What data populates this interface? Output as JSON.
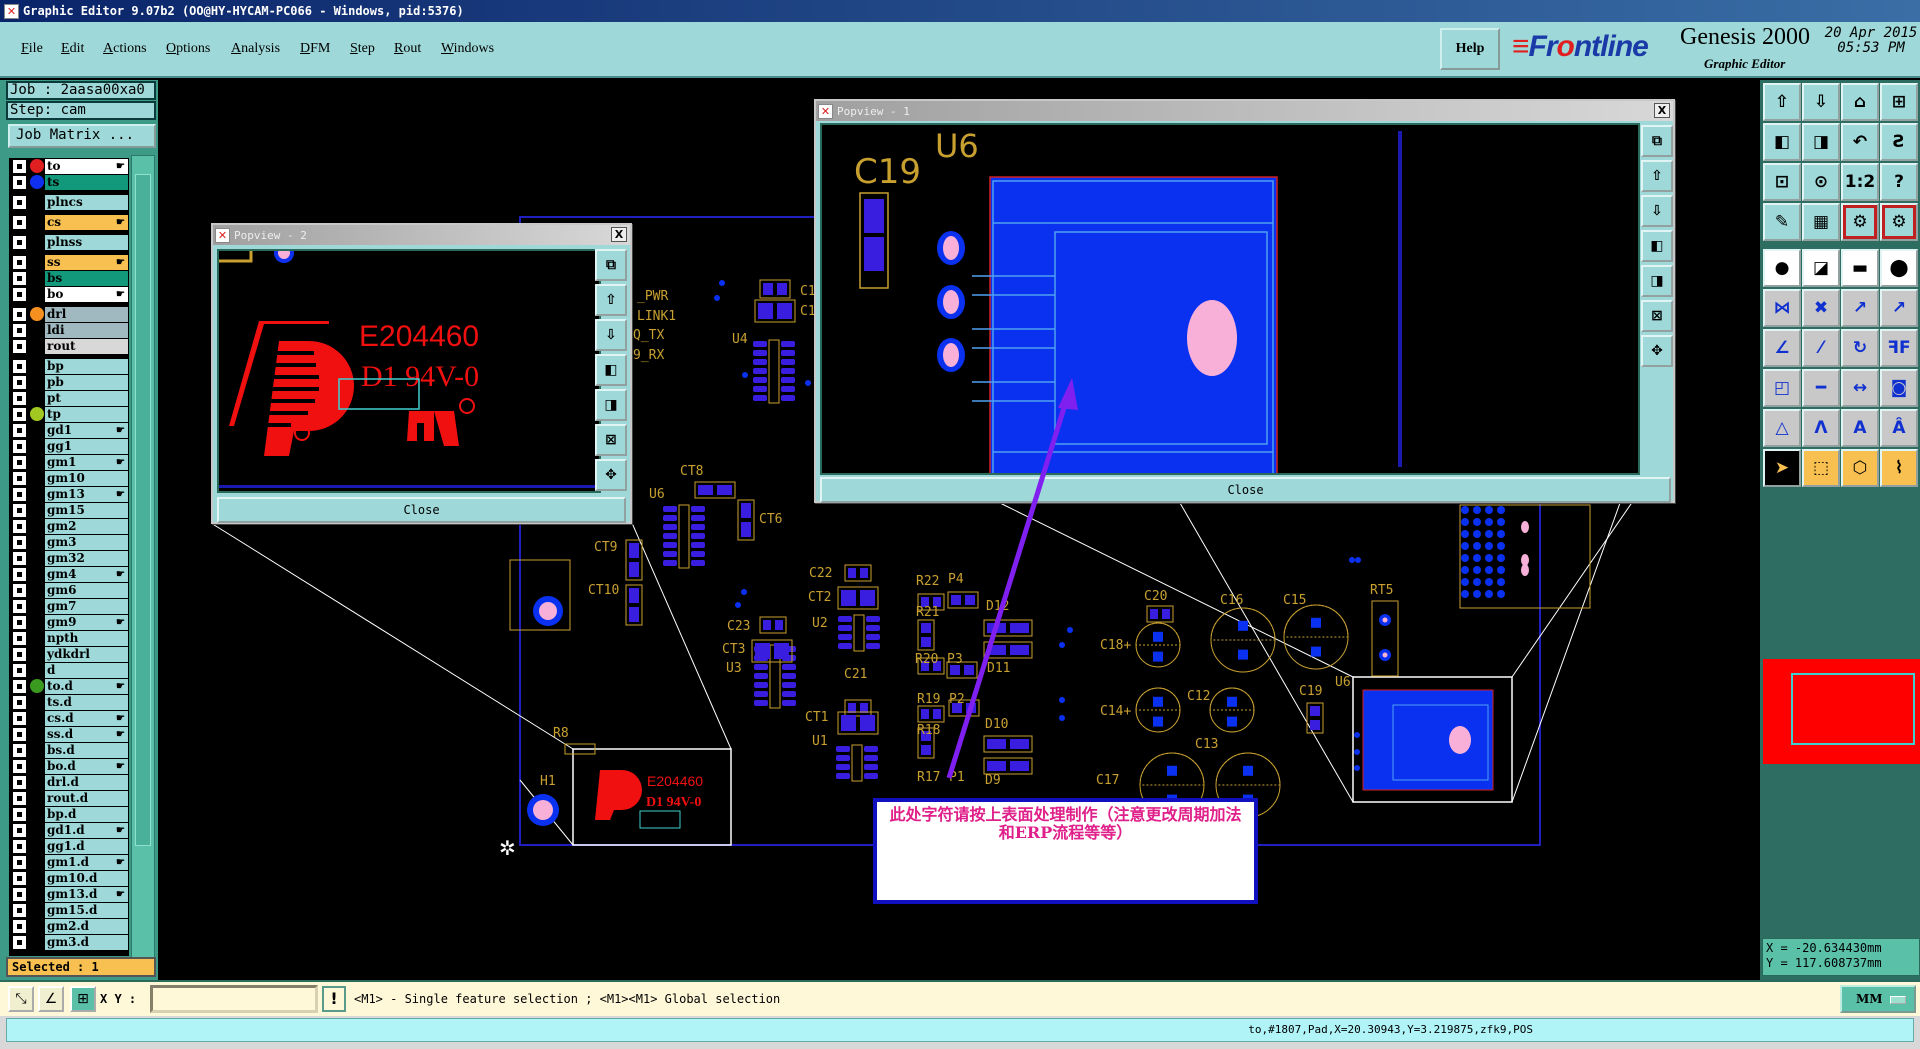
{
  "window": {
    "title": "Graphic Editor 9.07b2 (OO@HY-HYCAM-PC066 - Windows, pid:5376)"
  },
  "menu": {
    "items": [
      "File",
      "Edit",
      "Actions",
      "Options",
      "Analysis",
      "DFM",
      "Step",
      "Rout",
      "Windows"
    ],
    "help": "Help"
  },
  "branding": {
    "logo_pre": "Fr",
    "logo_o": "o",
    "logo_post": "ntline",
    "product": "Genesis 2000",
    "subtitle": "Graphic Editor",
    "date": "20 Apr 2015",
    "time": "05:53 PM"
  },
  "left": {
    "job": "Job : 2aasa00xa0",
    "step": "Step: cam",
    "job_matrix": "Job Matrix ...",
    "selected": "Selected : 1",
    "layers": [
      {
        "name": "to",
        "color": "#ffffff",
        "dot": "#e02020",
        "hand": true,
        "group_start": true
      },
      {
        "name": "ts",
        "color": "#12987a",
        "dot": "#1030f0"
      },
      {
        "name": "plncs",
        "color": "#9ed8d8",
        "group_start": true
      },
      {
        "name": "cs",
        "color": "#f7c050",
        "hand": true,
        "group_start": true
      },
      {
        "name": "plnss",
        "color": "#9ed8d8",
        "group_start": true
      },
      {
        "name": "ss",
        "color": "#f7c050",
        "hand": true,
        "group_start": true
      },
      {
        "name": "bs",
        "color": "#12987a"
      },
      {
        "name": "bo",
        "color": "#ffffff",
        "hand": true
      },
      {
        "name": "drl",
        "color": "#a0b8c0",
        "dot": "#f59020",
        "group_start": true
      },
      {
        "name": "ldi",
        "color": "#a0b8c0"
      },
      {
        "name": "rout",
        "color": "#d8d8d8"
      },
      {
        "name": "bp",
        "color": "#9ed8d8",
        "group_start": true
      },
      {
        "name": "pb",
        "color": "#9ed8d8"
      },
      {
        "name": "pt",
        "color": "#9ed8d8"
      },
      {
        "name": "tp",
        "color": "#9ed8d8",
        "dot": "#a0c820"
      },
      {
        "name": "gd1",
        "color": "#9ed8d8",
        "hand": true
      },
      {
        "name": "gg1",
        "color": "#9ed8d8"
      },
      {
        "name": "gm1",
        "color": "#9ed8d8",
        "hand": true
      },
      {
        "name": "gm10",
        "color": "#9ed8d8"
      },
      {
        "name": "gm13",
        "color": "#9ed8d8",
        "hand": true
      },
      {
        "name": "gm15",
        "color": "#9ed8d8"
      },
      {
        "name": "gm2",
        "color": "#9ed8d8"
      },
      {
        "name": "gm3",
        "color": "#9ed8d8"
      },
      {
        "name": "gm32",
        "color": "#9ed8d8"
      },
      {
        "name": "gm4",
        "color": "#9ed8d8",
        "hand": true
      },
      {
        "name": "gm6",
        "color": "#9ed8d8"
      },
      {
        "name": "gm7",
        "color": "#9ed8d8"
      },
      {
        "name": "gm9",
        "color": "#9ed8d8",
        "hand": true
      },
      {
        "name": "npth",
        "color": "#9ed8d8"
      },
      {
        "name": "ydkdrl",
        "color": "#9ed8d8"
      },
      {
        "name": "d",
        "color": "#9ed8d8"
      },
      {
        "name": "to.d",
        "color": "#9ed8d8",
        "dot": "#3a9a20",
        "hand": true
      },
      {
        "name": "ts.d",
        "color": "#9ed8d8"
      },
      {
        "name": "cs.d",
        "color": "#9ed8d8",
        "hand": true
      },
      {
        "name": "ss.d",
        "color": "#9ed8d8",
        "hand": true
      },
      {
        "name": "bs.d",
        "color": "#9ed8d8"
      },
      {
        "name": "bo.d",
        "color": "#9ed8d8",
        "hand": true
      },
      {
        "name": "drl.d",
        "color": "#9ed8d8"
      },
      {
        "name": "rout.d",
        "color": "#9ed8d8"
      },
      {
        "name": "bp.d",
        "color": "#9ed8d8"
      },
      {
        "name": "gd1.d",
        "color": "#9ed8d8",
        "hand": true
      },
      {
        "name": "gg1.d",
        "color": "#9ed8d8"
      },
      {
        "name": "gm1.d",
        "color": "#9ed8d8",
        "hand": true
      },
      {
        "name": "gm10.d",
        "color": "#9ed8d8"
      },
      {
        "name": "gm13.d",
        "color": "#9ed8d8",
        "hand": true
      },
      {
        "name": "gm15.d",
        "color": "#9ed8d8"
      },
      {
        "name": "gm2.d",
        "color": "#9ed8d8"
      },
      {
        "name": "gm3.d",
        "color": "#9ed8d8"
      }
    ]
  },
  "toolbar": {
    "icons": [
      {
        "name": "layer-up",
        "glyph": "⇧",
        "style": "teal"
      },
      {
        "name": "layer-down",
        "glyph": "⇩",
        "style": "teal"
      },
      {
        "name": "home",
        "glyph": "⌂",
        "style": "teal"
      },
      {
        "name": "xy-grid",
        "glyph": "⊞",
        "style": "teal"
      },
      {
        "name": "pan-left",
        "glyph": "◧",
        "style": "teal"
      },
      {
        "name": "pan-right",
        "glyph": "◨",
        "style": "teal"
      },
      {
        "name": "undo-view",
        "glyph": "↶",
        "style": "teal"
      },
      {
        "name": "snake",
        "glyph": "Ƨ",
        "style": "teal"
      },
      {
        "name": "zoom-fit",
        "glyph": "⊡",
        "style": "teal"
      },
      {
        "name": "zoom-center",
        "glyph": "⊙",
        "style": "teal"
      },
      {
        "name": "scale-1-2",
        "glyph": "1:2",
        "style": "teal"
      },
      {
        "name": "help",
        "glyph": "?",
        "style": "teal"
      },
      {
        "name": "tools",
        "glyph": "✎",
        "style": "teal"
      },
      {
        "name": "grid",
        "glyph": "▦",
        "style": "teal"
      },
      {
        "name": "net-highlight",
        "glyph": "⚙",
        "style": "teal redb"
      },
      {
        "name": "net-highlight-2",
        "glyph": "⚙",
        "style": "teal redb"
      },
      {
        "name": "select-feature",
        "glyph": "●",
        "style": "white"
      },
      {
        "name": "select-area",
        "glyph": "◪",
        "style": "white"
      },
      {
        "name": "ruler",
        "glyph": "▬",
        "style": "white"
      },
      {
        "name": "select-pad",
        "glyph": "⬤",
        "style": "white"
      },
      {
        "name": "connect",
        "glyph": "⋈",
        "style": "grey"
      },
      {
        "name": "delete-pad",
        "glyph": "✖",
        "style": "grey"
      },
      {
        "name": "move-pad",
        "glyph": "↗",
        "style": "grey"
      },
      {
        "name": "copy-pad",
        "glyph": "↗",
        "style": "grey"
      },
      {
        "name": "rotate-line",
        "glyph": "∠",
        "style": "grey"
      },
      {
        "name": "move-line",
        "glyph": "⁄",
        "style": "grey"
      },
      {
        "name": "rotate",
        "glyph": "↻",
        "style": "grey"
      },
      {
        "name": "mirror",
        "glyph": "ꟻF",
        "style": "grey"
      },
      {
        "name": "resize",
        "glyph": "◰",
        "style": "grey"
      },
      {
        "name": "break-line",
        "glyph": "━",
        "style": "grey"
      },
      {
        "name": "measure-gap",
        "glyph": "↔",
        "style": "grey"
      },
      {
        "name": "merge-shapes",
        "glyph": "◙",
        "style": "grey"
      },
      {
        "name": "triangle-edit",
        "glyph": "△",
        "style": "grey"
      },
      {
        "name": "arc-edit",
        "glyph": "Λ",
        "style": "grey"
      },
      {
        "name": "arc-edit-2",
        "glyph": "A",
        "style": "grey"
      },
      {
        "name": "arc-edit-3",
        "glyph": "Â",
        "style": "grey"
      },
      {
        "name": "pointer",
        "glyph": "➤",
        "style": "black"
      },
      {
        "name": "pointer-box",
        "glyph": "⬚",
        "style": "orange"
      },
      {
        "name": "pointer-poly",
        "glyph": "⬡",
        "style": "orange"
      },
      {
        "name": "pointer-net",
        "glyph": "⌇",
        "style": "orange"
      }
    ],
    "coord_x": "X = -20.634430mm",
    "coord_y": "Y = 117.608737mm",
    "unit": "MM"
  },
  "bottom": {
    "xy_label": "X Y :",
    "xy_value": "",
    "bang": "!",
    "message": "<M1> - Single feature selection ; <M1><M1> Global selection",
    "status": "to,#1807,Pad,X=20.30943,Y=3.219875,zfk9,POS"
  },
  "popview1": {
    "title": "Popview - 1",
    "close_x": "X",
    "close": "Close",
    "labels": [
      "C19",
      "U6"
    ]
  },
  "popview2": {
    "title": "Popview - 2",
    "close_x": "X",
    "close": "Close",
    "line1": "E204460",
    "line2": "D1  94V-0",
    "reg": "®"
  },
  "pcb": {
    "labels": [
      "_PWR",
      "LINK1",
      "Q_TX",
      "9_RX",
      "U4",
      "CT8",
      "U6",
      "CT6",
      "CT9",
      "CT10",
      "C22",
      "CT2",
      "C23",
      "U2",
      "CT3",
      "U3",
      "C21",
      "CT1",
      "U1",
      "R22",
      "P4",
      "R21",
      "D12",
      "R20",
      "P3",
      "D11",
      "R19",
      "P2",
      "R18",
      "D10",
      "R17",
      "P1",
      "D9",
      "R8",
      "H1",
      "C20",
      "C16",
      "C15",
      "RT5",
      "C18+",
      "C14+",
      "C12",
      "C13",
      "C17",
      "C19",
      "U6",
      "C1",
      "C1"
    ],
    "mini_logo_line1": "E204460",
    "mini_logo_line2": "D1  94V-0"
  },
  "note": {
    "text": "此处字符请按上表面处理制作（注意更改周期加法和ERP流程等等）"
  },
  "colors": {
    "silk": "#c8a030",
    "pad": "#3a1ee0",
    "copper": "#0a30f0",
    "hole": "#f8b0d8",
    "silk_red": "#f01010",
    "outline": "#2020c0"
  }
}
